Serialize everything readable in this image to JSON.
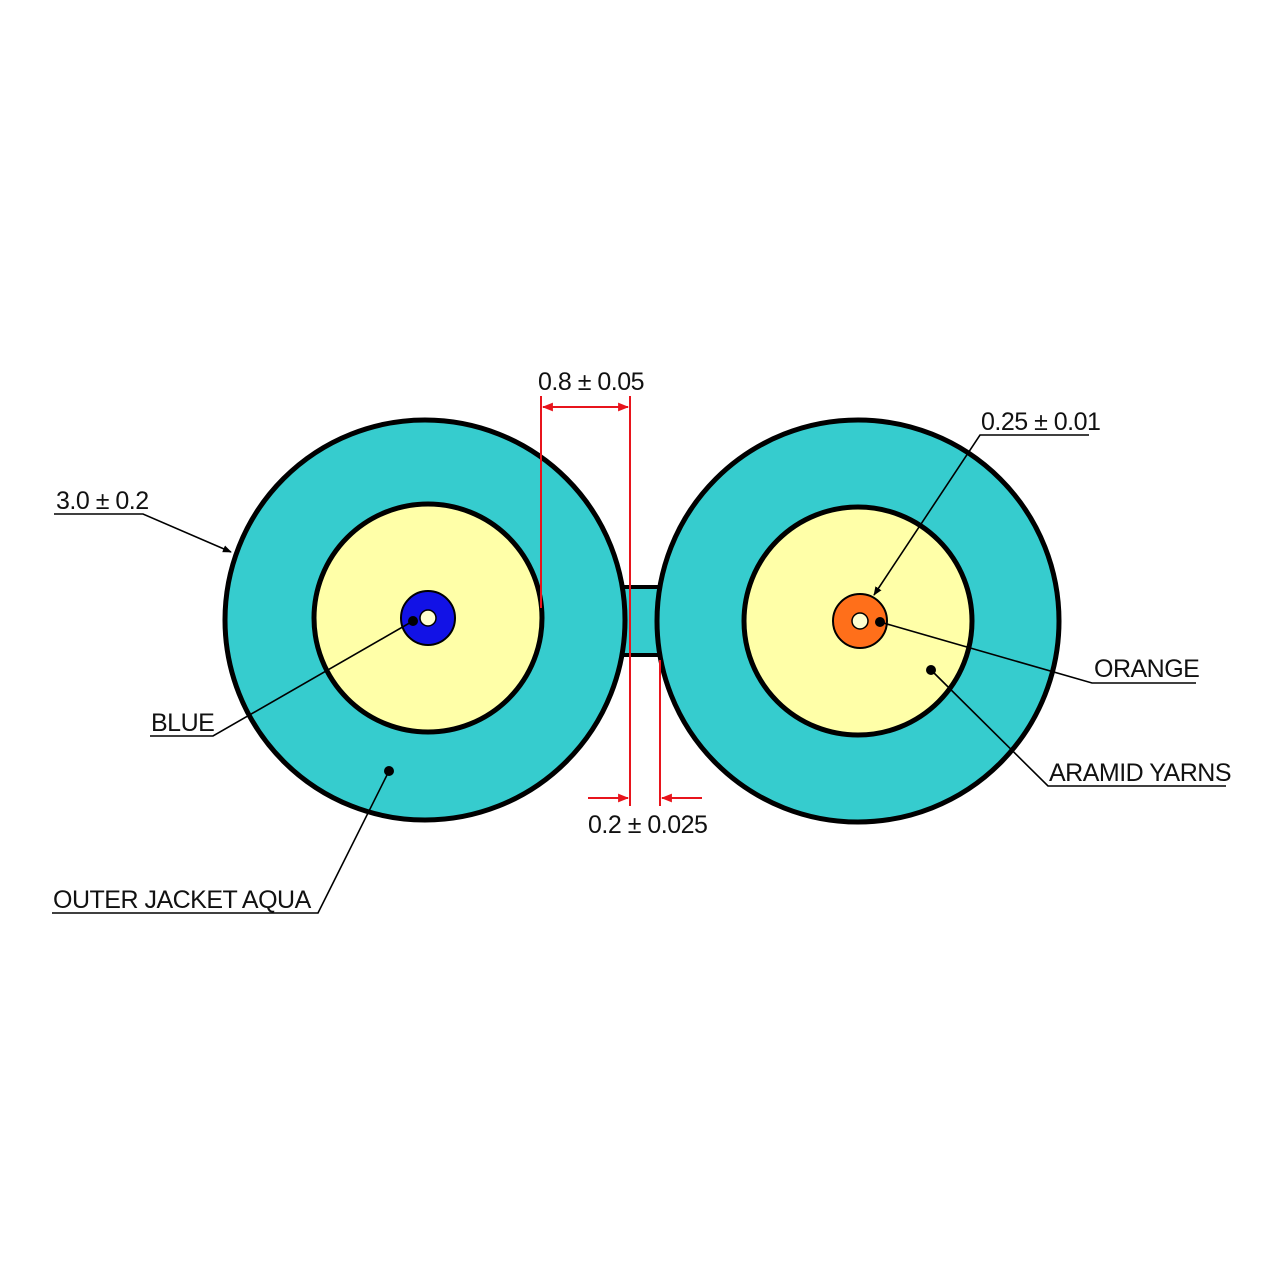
{
  "labels": {
    "outer_diameter": "3.0 ± 0.2",
    "aramid_gap": "0.8 ± 0.05",
    "fiber_diameter": "0.25 ± 0.01",
    "web_thickness": "0.2 ± 0.025",
    "blue_fiber": "BLUE",
    "orange_fiber": "ORANGE",
    "aramid_yarns": "ARAMID YARNS",
    "outer_jacket": "OUTER JACKET AQUA"
  },
  "colors": {
    "jacket": "#36CCCE",
    "aramid": "#FFFFA8",
    "blue_fiber": "#1212E6",
    "orange_fiber": "#FF6F1A",
    "fiber_core": "#FFFFD0",
    "dimension": "#E8141C",
    "outline": "#000000"
  }
}
